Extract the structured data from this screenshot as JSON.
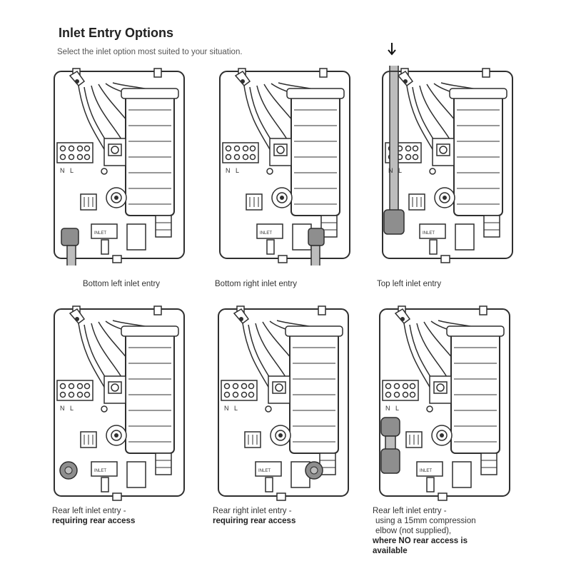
{
  "header": {
    "title": "Inlet Entry Options",
    "subtitle": "Select the inlet option most suited to your situation."
  },
  "options": [
    {
      "caption_main": "Bottom left inlet entry",
      "caption_bold": "",
      "caption_tail": "",
      "caption_extra": ""
    },
    {
      "caption_main": "Bottom right inlet entry",
      "caption_bold": "",
      "caption_tail": "",
      "caption_extra": ""
    },
    {
      "caption_main": "Top left inlet entry",
      "caption_bold": "",
      "caption_tail": "",
      "caption_extra": ""
    },
    {
      "caption_main": "Rear left inlet entry -",
      "caption_bold": "requiring rear access",
      "caption_tail": "",
      "caption_extra": ""
    },
    {
      "caption_main": "Rear right inlet entry -",
      "caption_bold": "requiring rear access",
      "caption_tail": "",
      "caption_extra": ""
    },
    {
      "caption_main": "Rear left inlet entry -",
      "caption_extra": "using a 15mm compression",
      "caption_tail": "elbow (not supplied),",
      "caption_bold": "where NO rear access is available"
    }
  ],
  "diagram_labels": {
    "neutral": "N",
    "live": "L",
    "inlet": "INLET"
  },
  "colors": {
    "outline": "#2f2f2f",
    "pipe_fill": "#bdbdbd",
    "connector_fill": "#8e8e8e"
  }
}
